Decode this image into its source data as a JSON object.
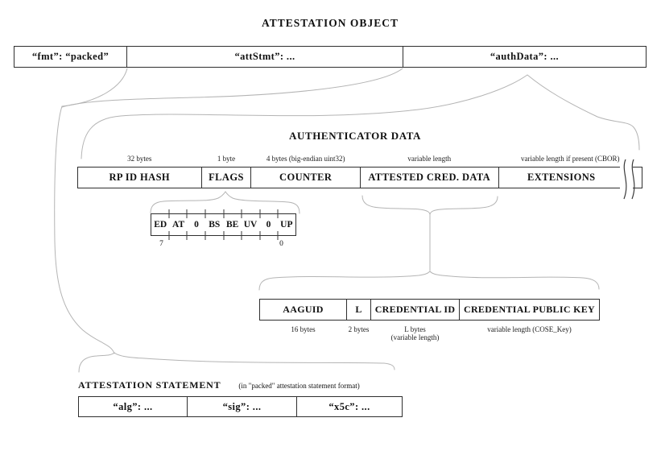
{
  "title": "ATTESTATION OBJECT",
  "attestation_object": {
    "fmt": "“fmt”: “packed”",
    "att_stmt": "“attStmt”: ...",
    "auth_data": "“authData”: ..."
  },
  "authenticator_data": {
    "title": "AUTHENTICATOR DATA",
    "fields": [
      {
        "label": "RP ID HASH",
        "size": "32 bytes"
      },
      {
        "label": "FLAGS",
        "size": "1 byte"
      },
      {
        "label": "COUNTER",
        "size": "4 bytes (big-endian uint32)"
      },
      {
        "label": "ATTESTED CRED. DATA",
        "size": "variable length"
      },
      {
        "label": "EXTENSIONS",
        "size": "variable length if present (CBOR)"
      }
    ]
  },
  "flags": {
    "bits": [
      "ED",
      "AT",
      "0",
      "BS",
      "BE",
      "UV",
      "0",
      "UP"
    ],
    "msb": "7",
    "lsb": "0"
  },
  "attested_credential_data": {
    "fields": [
      {
        "label": "AAGUID",
        "size": "16 bytes"
      },
      {
        "label": "L",
        "size": "2 bytes"
      },
      {
        "label": "CREDENTIAL ID",
        "size": "L bytes",
        "size_note": "(variable length)"
      },
      {
        "label": "CREDENTIAL PUBLIC KEY",
        "size": "variable length (COSE_Key)"
      }
    ]
  },
  "attestation_statement": {
    "title": "ATTESTATION STATEMENT",
    "subtitle": "(in \"packed\" attestation statement format)",
    "cells": [
      {
        "label": "“alg”: ..."
      },
      {
        "label": "“sig”: ..."
      },
      {
        "label": "“x5c”: ..."
      }
    ]
  },
  "colors": {
    "background": "#ffffff",
    "border": "#2f2f2f",
    "text": "#111111",
    "brace": "#b4b4b4"
  }
}
